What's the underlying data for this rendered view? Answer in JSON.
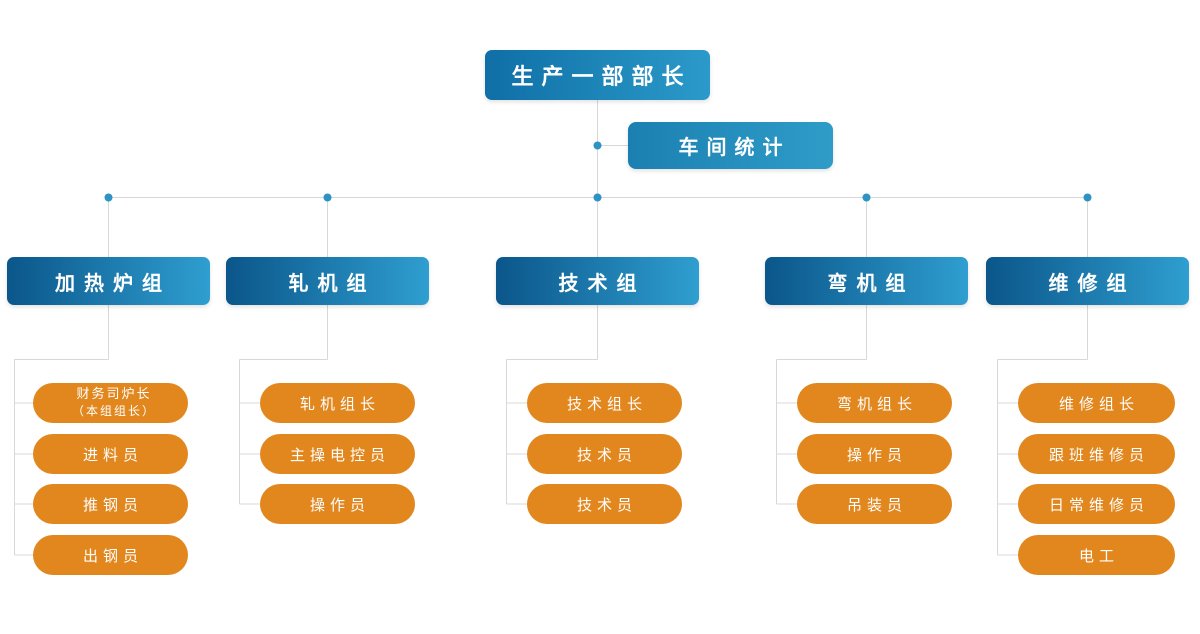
{
  "palette": {
    "blue_gradient_dark": "#0b568a",
    "blue_gradient_light": "#2f9ed0",
    "orange": "#e1871e",
    "connector_line": "#d8d8d8",
    "junction_dot": "#2d93c3",
    "text": "#ffffff"
  },
  "root": {
    "label": "生产一部部长"
  },
  "staff": {
    "label": "车间统计"
  },
  "groups": [
    {
      "label": "加热炉组",
      "members": [
        {
          "label": "财务司炉长",
          "sublabel": "（本组组长）"
        },
        {
          "label": "进料员"
        },
        {
          "label": "推钢员"
        },
        {
          "label": "出钢员"
        }
      ]
    },
    {
      "label": "轧机组",
      "members": [
        {
          "label": "轧机组长"
        },
        {
          "label": "主操电控员"
        },
        {
          "label": "操作员"
        }
      ]
    },
    {
      "label": "技术组",
      "members": [
        {
          "label": "技术组长"
        },
        {
          "label": "技术员"
        },
        {
          "label": "技术员"
        }
      ]
    },
    {
      "label": "弯机组",
      "members": [
        {
          "label": "弯机组长"
        },
        {
          "label": "操作员"
        },
        {
          "label": "吊装员"
        }
      ]
    },
    {
      "label": "维修组",
      "members": [
        {
          "label": "维修组长"
        },
        {
          "label": "跟班维修员"
        },
        {
          "label": "日常维修员"
        },
        {
          "label": "电工"
        }
      ]
    }
  ]
}
